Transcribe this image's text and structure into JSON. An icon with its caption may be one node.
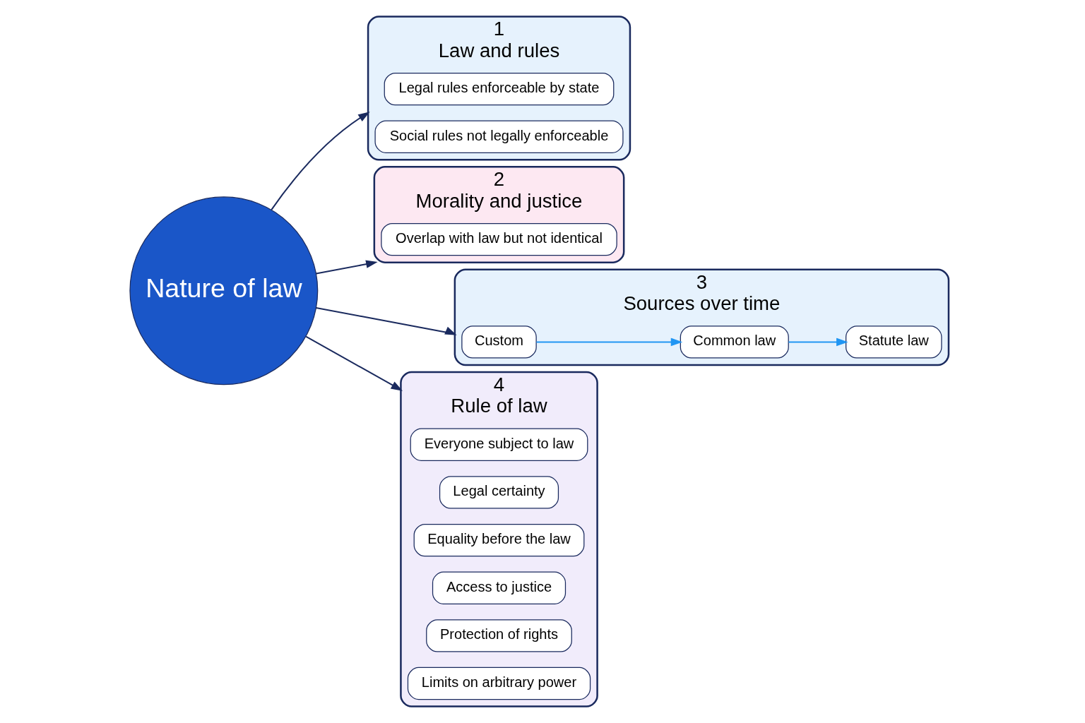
{
  "diagram": {
    "nodes": [
      {
        "text": [
          "1",
          "Law and rules"
        ]
      },
      {
        "text": [
          "Legal rules enforceable by state"
        ],
        "in": 0
      },
      {
        "text": [
          "Social rules not legally enforceable"
        ],
        "in": 0
      },
      {
        "text": [
          "Nature of law"
        ]
      },
      {
        "text": [
          "2",
          "Morality and justice"
        ]
      },
      {
        "text": [
          "Overlap with law but not identical"
        ],
        "in": 4
      },
      {
        "text": [
          "3",
          "Sources over time"
        ]
      },
      {
        "text": [
          "Custom"
        ],
        "in": 6
      },
      {
        "text": [
          "Common law"
        ],
        "in": 6
      },
      {
        "text": [
          "Statute law"
        ],
        "in": 6
      },
      {
        "text": [
          "4",
          "Rule of law"
        ]
      },
      {
        "text": [
          "Everyone subject to law"
        ],
        "in": 10
      },
      {
        "text": [
          "Legal certainty"
        ],
        "in": 10
      },
      {
        "text": [
          "Equality before the law"
        ],
        "in": 10
      },
      {
        "text": [
          "Access to justice"
        ],
        "in": 10
      },
      {
        "text": [
          "Protection of rights"
        ],
        "in": 10
      },
      {
        "text": [
          "Limits on arbitrary power"
        ],
        "in": 10
      }
    ],
    "edges": [
      {
        "from": 3,
        "to": 0,
        "arrow": "to"
      },
      {
        "from": 3,
        "to": 4,
        "arrow": "to"
      },
      {
        "from": 3,
        "to": 6,
        "arrow": "to"
      },
      {
        "from": 3,
        "to": 10,
        "arrow": "to"
      },
      {
        "from": 7,
        "to": 8,
        "arrow": "to",
        "color": "#2196f3"
      },
      {
        "from": 8,
        "to": 9,
        "arrow": "to",
        "color": "#2196f3"
      }
    ]
  }
}
